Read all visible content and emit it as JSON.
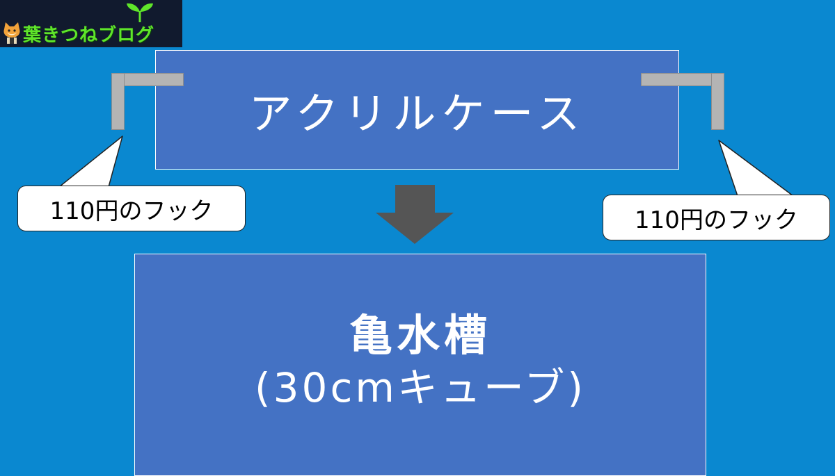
{
  "logo": {
    "text": "葉きつねブログ",
    "icons": [
      "fox-icon",
      "sprout-icon"
    ]
  },
  "diagram": {
    "top_box": "アクリルケース",
    "bottom_box": {
      "line1": "亀水槽",
      "line2": "(30cmキューブ)"
    },
    "callout_left": "110円のフック",
    "callout_right": "110円のフック",
    "arrow": "arrow-down-icon"
  },
  "colors": {
    "background": "#0a88d0",
    "box_fill": "#4472c4",
    "hook": "#b4b4b4",
    "arrow": "#555555",
    "logo_text": "#5fe52a"
  }
}
